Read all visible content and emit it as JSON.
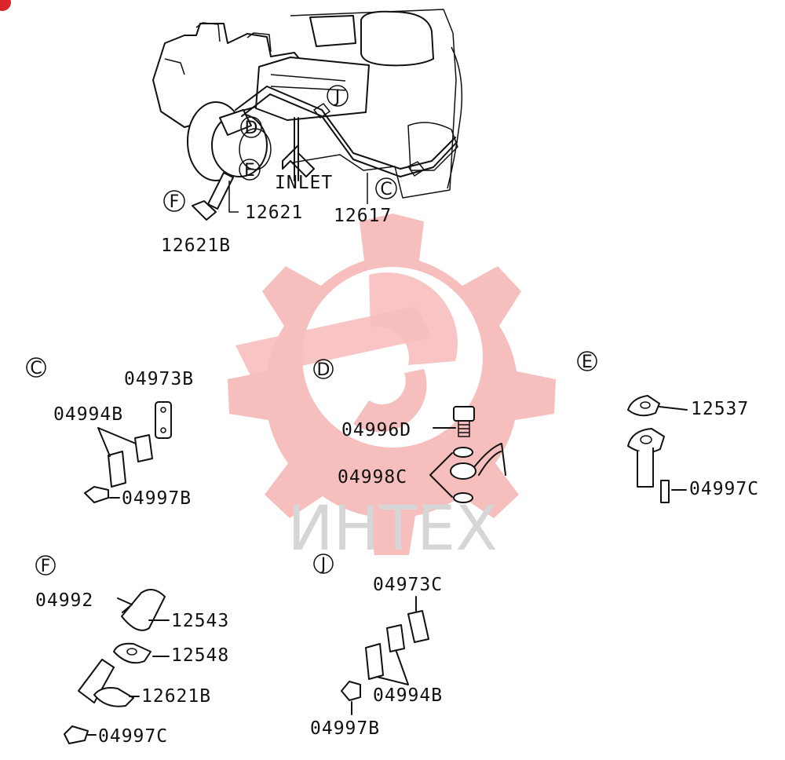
{
  "diagram": {
    "inlet_label": "INLET",
    "main_labels": [
      "12621",
      "12617",
      "12621B"
    ],
    "main_callouts": [
      "D",
      "E",
      "F",
      "C",
      "J"
    ],
    "panels": {
      "C": {
        "letter": "C",
        "labels": [
          "04973B",
          "04994B",
          "04997B"
        ]
      },
      "D": {
        "letter": "D",
        "labels": [
          "04996D",
          "04998C"
        ]
      },
      "E": {
        "letter": "E",
        "labels": [
          "12537",
          "04997C"
        ]
      },
      "F": {
        "letter": "F",
        "labels": [
          "04992",
          "12543",
          "12548",
          "12621B",
          "04997C"
        ]
      },
      "J": {
        "letter": "J",
        "labels": [
          "04973C",
          "04994B",
          "04997B"
        ]
      }
    }
  },
  "watermark": {
    "text": "ИНТЕХ",
    "logo": "gear-wrench-logo",
    "color": "#f4a9a9"
  },
  "colors": {
    "line": "#111111",
    "badge": "#d9262c"
  }
}
